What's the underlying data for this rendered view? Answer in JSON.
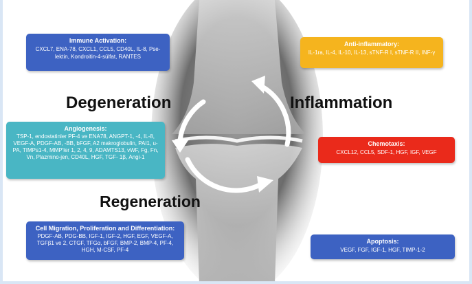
{
  "labels": {
    "degeneration": "Degeneration",
    "inflammation": "Inflammation",
    "regeneration": "Regeneration"
  },
  "boxes": {
    "immune": {
      "title": "Immune Activation:",
      "body": "CXCL7, ENA-78, CXCL1, CCL5, CD40L, IL-8, Pse-lektin, Kondroitin-4-sülfat, RANTES",
      "color": "#3d62c2"
    },
    "anti": {
      "title": "Anti-inflammatory:",
      "body": "IL-1ra, IL-4, IL-10, IL-13, sTNF-R I, sTNF-R II, INF-γ",
      "color": "#f5b41e"
    },
    "angio": {
      "title": "Angiogenesis:",
      "body": "TSP-1, endostatinler PF-4 ve ENA78, ANGPT-1, -4, IL-8, VEGF-A, PDGF-AB, -BB, bFGF, A2 makroglobulin, PAI1, u-PA, TIMPs1-4, MMP'ler 1, 2, 4, 9, ADAMTS13, vWF, Fg, Fn, Vn, Plazmino-jen, CD40L, HGF, TGF- 1β, Angi-1",
      "color": "#49b6c4"
    },
    "chemo": {
      "title": "Chemotaxis:",
      "body": "CXCL12, CCL5, SDF-1, HGF, IGF, VEGF",
      "color": "#ea2a1b"
    },
    "migration": {
      "title": "Cell Migration, Proliferation and Differentiation:",
      "body": "PDGF-AB, PDG-BB, IGF-1, IGF-2, HGF, EGF, VEGF-A, TGFβ1 ve 2, CTGF, TFGα, bFGF, BMP-2, BMP-4, PF-4, HGH, M-CSF, PF-4",
      "color": "#3d62c2"
    },
    "apoptosis": {
      "title": "Apoptosis:",
      "body": "VEGF, FGF, IGF-1, HGF, TIMP-1-2",
      "color": "#3d62c2"
    }
  }
}
